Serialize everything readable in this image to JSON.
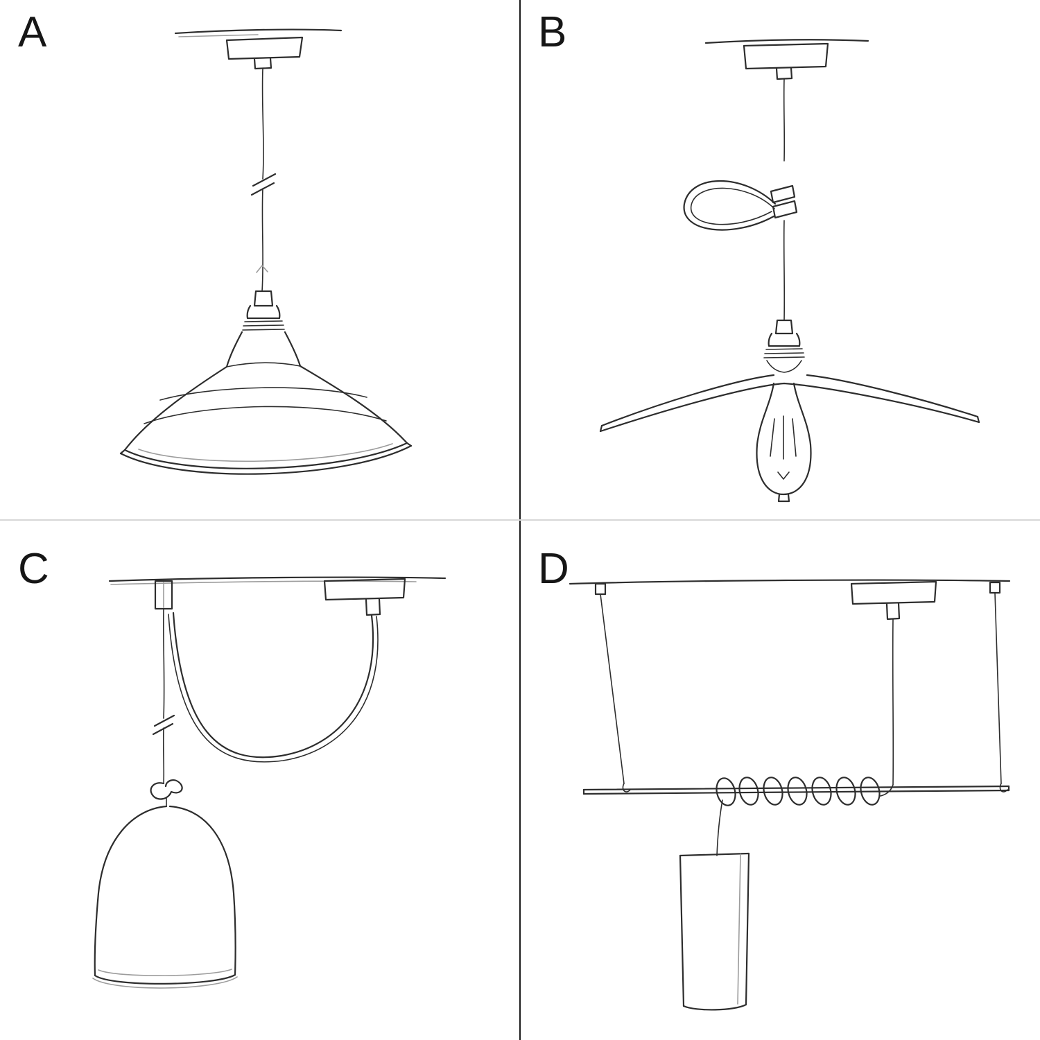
{
  "page": {
    "background": "#ffffff",
    "sketch_stroke_color": "#2d2d2d",
    "light_stroke_color": "#9c9c9c",
    "divider_vertical_color": "#1b1b1b",
    "divider_horizontal_color": "#d7d7d7"
  },
  "panels": [
    {
      "id": "A",
      "label": "A",
      "sketch_icon": "pendant-cord-industrial-bowl-shade-sketch"
    },
    {
      "id": "B",
      "label": "B",
      "sketch_icon": "pendant-cord-strap-clip-flat-shade-bulb-sketch"
    },
    {
      "id": "C",
      "label": "C",
      "sketch_icon": "swag-cord-ceiling-hook-bell-shade-sketch"
    },
    {
      "id": "D",
      "label": "D",
      "sketch_icon": "suspended-bar-coiled-cord-tube-shade-sketch"
    }
  ]
}
